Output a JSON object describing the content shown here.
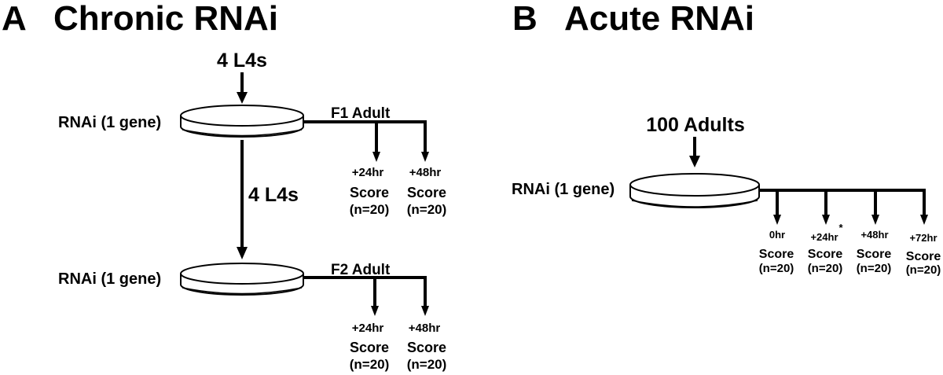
{
  "panelA": {
    "letter": "A",
    "title": "Chronic RNAi",
    "top_input": "4 L4s",
    "transfer_input": "4 L4s",
    "plate1_label": "RNAi (1 gene)",
    "plate2_label": "RNAi (1 gene)",
    "branch1": {
      "generation": "F1 Adult",
      "timepoints": [
        {
          "time": "+24hr",
          "score": "Score",
          "n": "(n=20)"
        },
        {
          "time": "+48hr",
          "score": "Score",
          "n": "(n=20)"
        }
      ]
    },
    "branch2": {
      "generation": "F2 Adult",
      "timepoints": [
        {
          "time": "+24hr",
          "score": "Score",
          "n": "(n=20)"
        },
        {
          "time": "+48hr",
          "score": "Score",
          "n": "(n=20)"
        }
      ]
    }
  },
  "panelB": {
    "letter": "B",
    "title": "Acute RNAi",
    "input": "100 Adults",
    "plate_label": "RNAi (1 gene)",
    "timepoints": [
      {
        "time": "0hr",
        "score": "Score",
        "n": "(n=20)"
      },
      {
        "time": "+24hr",
        "asterisk": "*",
        "score": "Score",
        "n": "(n=20)"
      },
      {
        "time": "+48hr",
        "score": "Score",
        "n": "(n=20)"
      },
      {
        "time": "+72hr",
        "score": "Score",
        "n": "(n=20)"
      }
    ]
  }
}
